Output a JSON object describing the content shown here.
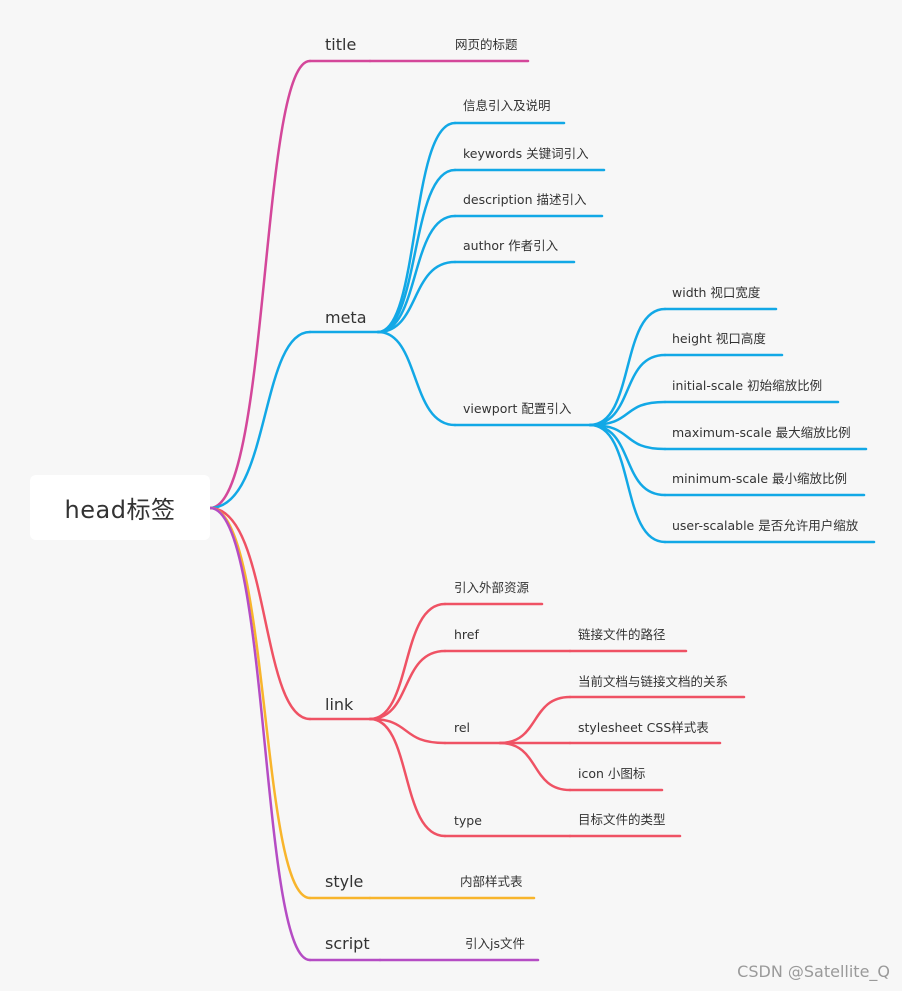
{
  "root": "head标签",
  "watermark": "CSDN @Satellite_Q",
  "colors": {
    "title": "#d4479a",
    "meta": "#12a8e6",
    "link": "#ef5264",
    "style": "#f8b52c",
    "script": "#b54cc4"
  },
  "branches": {
    "title": {
      "label": "title",
      "desc": "网页的标题"
    },
    "meta": {
      "label": "meta",
      "items": [
        "信息引入及说明",
        "keywords  关键词引入",
        "description  描述引入",
        "author  作者引入"
      ],
      "viewport": {
        "label": "viewport  配置引入",
        "items": [
          "width  视口宽度",
          "height  视口高度",
          "initial-scale  初始缩放比例",
          "maximum-scale  最大缩放比例",
          "minimum-scale  最小缩放比例",
          "user-scalable  是否允许用户缩放"
        ]
      }
    },
    "link": {
      "label": "link",
      "intro": "引入外部资源",
      "href": {
        "label": "href",
        "desc": "链接文件的路径"
      },
      "rel": {
        "label": "rel",
        "items": [
          "当前文档与链接文档的关系",
          "stylesheet  CSS样式表",
          "icon  小图标"
        ]
      },
      "type": {
        "label": "type",
        "desc": "目标文件的类型"
      }
    },
    "style": {
      "label": "style",
      "desc": "内部样式表"
    },
    "script": {
      "label": "script",
      "desc": "引入js文件"
    }
  }
}
